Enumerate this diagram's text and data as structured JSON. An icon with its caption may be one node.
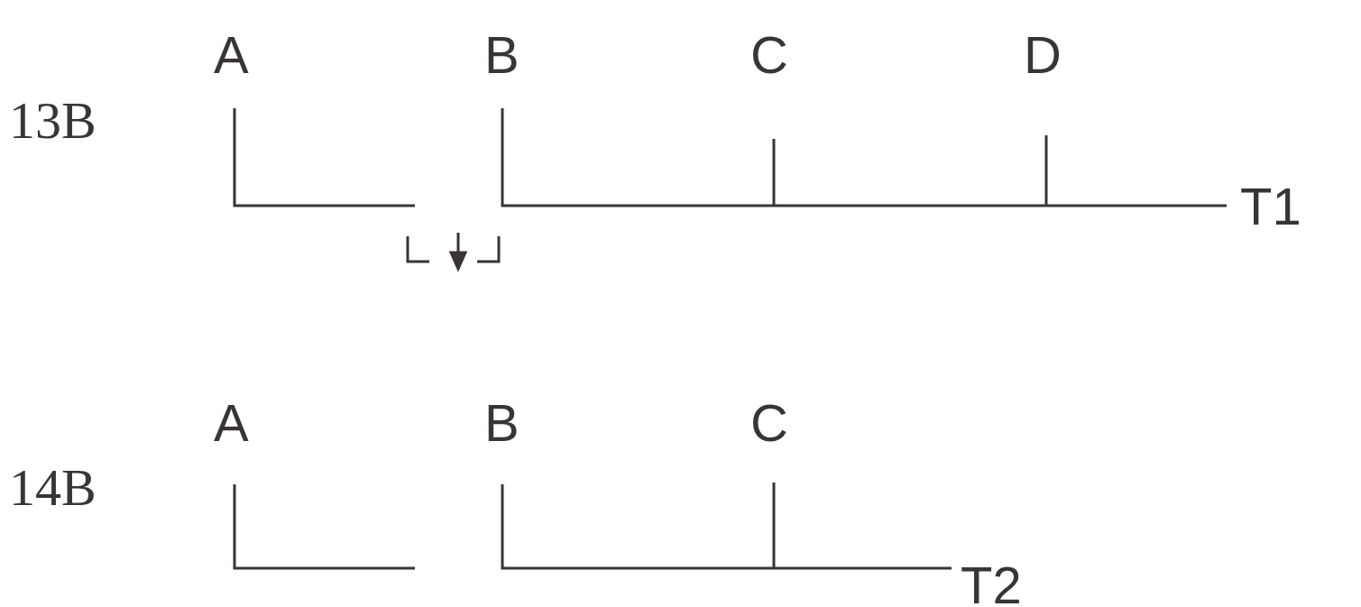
{
  "diagram": {
    "labels": [
      "A",
      "B",
      "C",
      "D",
      "13B",
      "T1",
      "A",
      "B",
      "C",
      "14B",
      "T2"
    ]
  }
}
